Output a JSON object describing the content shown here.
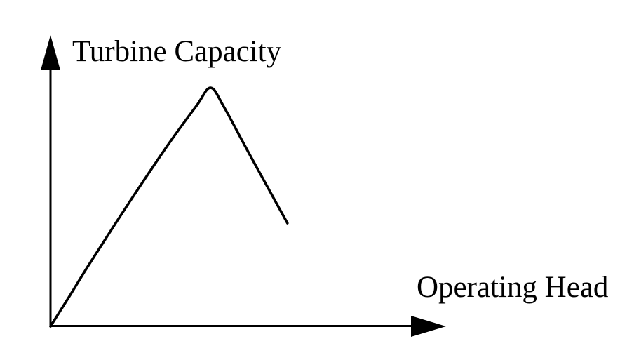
{
  "figure": {
    "background": "#ffffff",
    "stroke_color": "#000000"
  },
  "chart_data": {
    "type": "line",
    "title": "",
    "xlabel": "Operating Head",
    "ylabel": "Turbine Capacity",
    "x_range": [
      0,
      1
    ],
    "y_range": [
      0,
      1
    ],
    "grid": false,
    "legend": "none",
    "tick_labels": "none",
    "axes_style": "arrowhead sketch axes, no ticks, no numeric scale",
    "series": [
      {
        "name": "turbine-capacity-vs-operating-head",
        "shape": "rises steeply from origin to a rounded peak at ~0.41 of head range, then falls steeply",
        "points": [
          [
            0.0,
            0.0
          ],
          [
            0.05,
            0.108
          ],
          [
            0.1,
            0.218
          ],
          [
            0.2,
            0.428
          ],
          [
            0.3,
            0.63
          ],
          [
            0.37,
            0.76
          ],
          [
            0.406,
            0.823
          ],
          [
            0.44,
            0.757
          ],
          [
            0.5,
            0.606
          ],
          [
            0.601,
            0.356
          ]
        ]
      }
    ]
  }
}
